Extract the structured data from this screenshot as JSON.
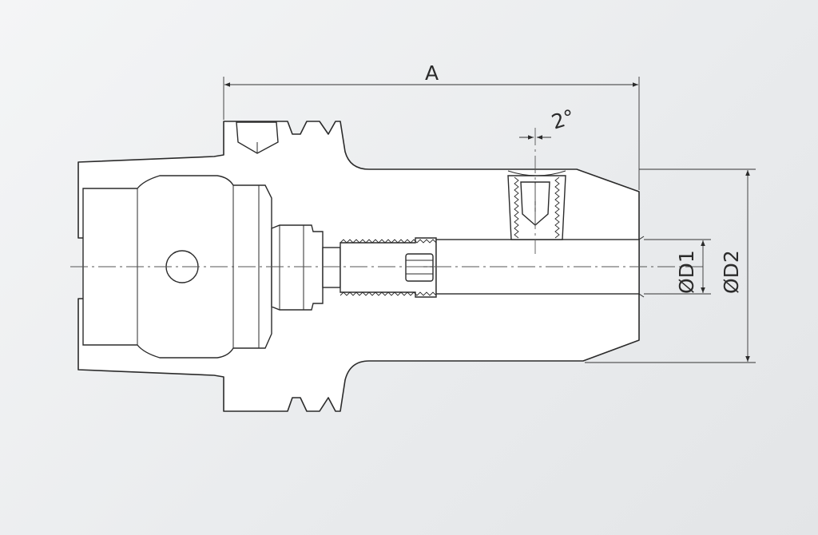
{
  "dimensions": {
    "A": "A",
    "D1": "ØD1",
    "D2": "ØD2",
    "angle": "2°"
  }
}
